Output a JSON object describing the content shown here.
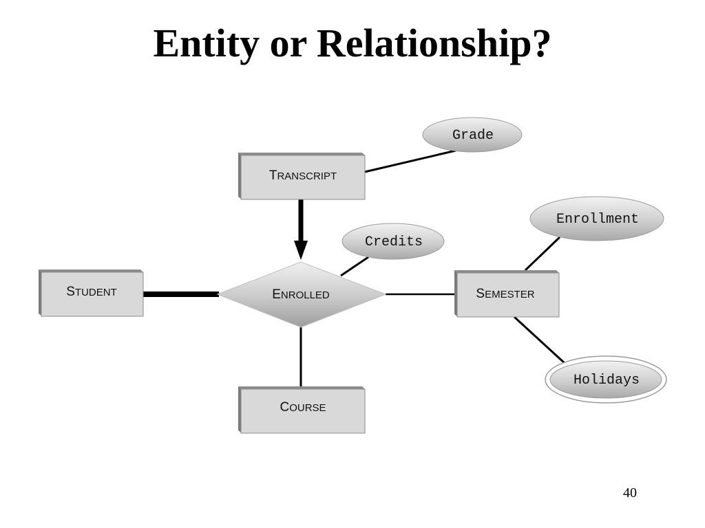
{
  "slide": {
    "title": "Entity or Relationship?",
    "page_number": "40"
  },
  "diagram": {
    "entities": {
      "transcript": {
        "initial": "T",
        "rest": "RANSCRIPT"
      },
      "student": {
        "initial": "S",
        "rest": "TUDENT"
      },
      "semester": {
        "initial": "S",
        "rest": "EMESTER"
      },
      "course": {
        "initial": "C",
        "rest": "OURSE"
      }
    },
    "relationship": {
      "enrolled": {
        "initial": "E",
        "rest": "NROLLED"
      }
    },
    "attributes": {
      "grade": "Grade",
      "credits": "Credits",
      "enrollment": "Enrollment",
      "holidays": "Holidays"
    },
    "colors": {
      "box_fill": "#d9d9d9",
      "box_shadow": "#8c8c8c",
      "line": "#000000"
    }
  }
}
